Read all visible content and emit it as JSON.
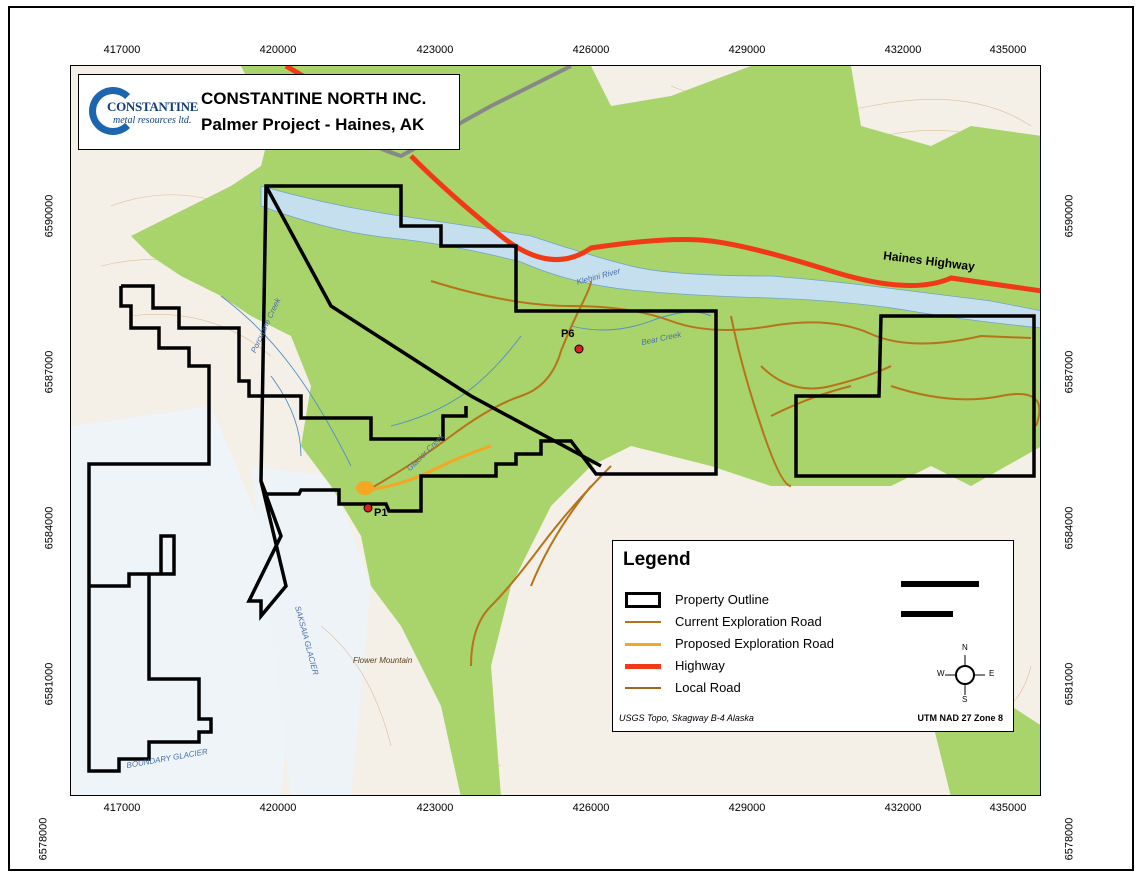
{
  "title": {
    "main": "CONSTANTINE NORTH INC.",
    "sub": "Palmer Project - Haines, AK"
  },
  "logo": {
    "word": "CONSTANTINE",
    "subtext": "metal resources ltd.",
    "color": "#1c66b0"
  },
  "axes": {
    "x_ticks": [
      "417000",
      "420000",
      "423000",
      "426000",
      "429000",
      "432000",
      "435000"
    ],
    "y_ticks": [
      "6590000",
      "6587000",
      "6584000",
      "6581000",
      "6578000"
    ]
  },
  "legend": {
    "title": "Legend",
    "items": [
      {
        "label": "Property Outline",
        "color": "#000000"
      },
      {
        "label": "Current Exploration Road",
        "color": "#b5741a"
      },
      {
        "label": "Proposed Exploration Road",
        "color": "#f5a623"
      },
      {
        "label": "Highway",
        "color": "#f03a17"
      },
      {
        "label": "Local Road",
        "color": "#a0671a"
      }
    ],
    "compass": {
      "n": "N",
      "s": "S",
      "e": "E",
      "w": "W"
    }
  },
  "notes": {
    "source": "USGS Topo, Skagway B-4 Alaska",
    "projection": "UTM NAD 27 Zone 8"
  },
  "map_labels": {
    "highway": "Haines Highway",
    "p6": "P6",
    "p1": "P1",
    "klehini_river": "Klehini River",
    "bear_creek": "Bear Creek",
    "glacier_creek": "Glacier Creek",
    "porcupine_creek": "Porcupine Creek",
    "flower_mountain": "Flower Mountain",
    "saksaia_glacier": "SAKSAIA GLACIER",
    "boundary_glacier": "BOUNDARY GLACIER"
  },
  "colors": {
    "forest": "#a9d36b",
    "terrain": "#f4efe7",
    "glacier": "#eef4f8",
    "river": "#c5dfee",
    "highway": "#f03a17",
    "road": "#b5741a",
    "proposed": "#f5a623"
  }
}
